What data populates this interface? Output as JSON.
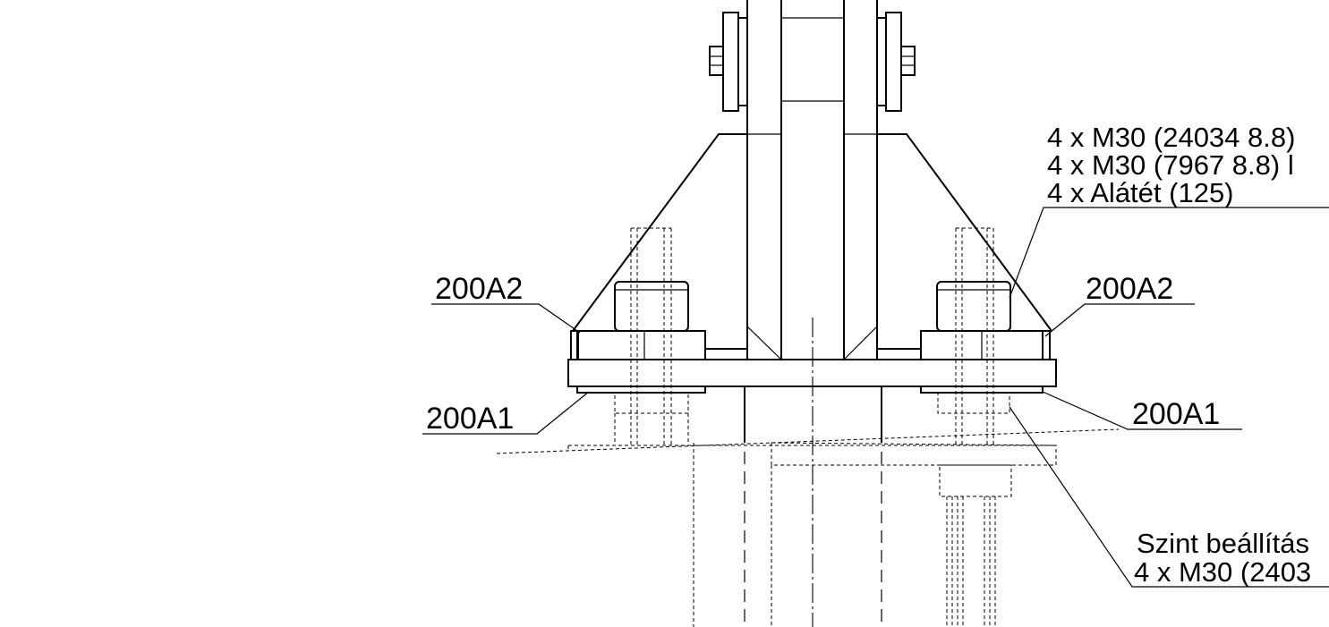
{
  "labels": {
    "left_top": "200A2",
    "left_bottom": "200A1",
    "right_top": "200A2",
    "right_bottom": "200A1"
  },
  "spec_top": {
    "line1": "4 x M30 (24034 8.8)",
    "line2": "4 x M30 (7967 8.8) l",
    "line3": "4 x Alátét (125)"
  },
  "spec_bottom": {
    "line1": "Szint beállítás",
    "line2": "4 x M30 (2403"
  }
}
